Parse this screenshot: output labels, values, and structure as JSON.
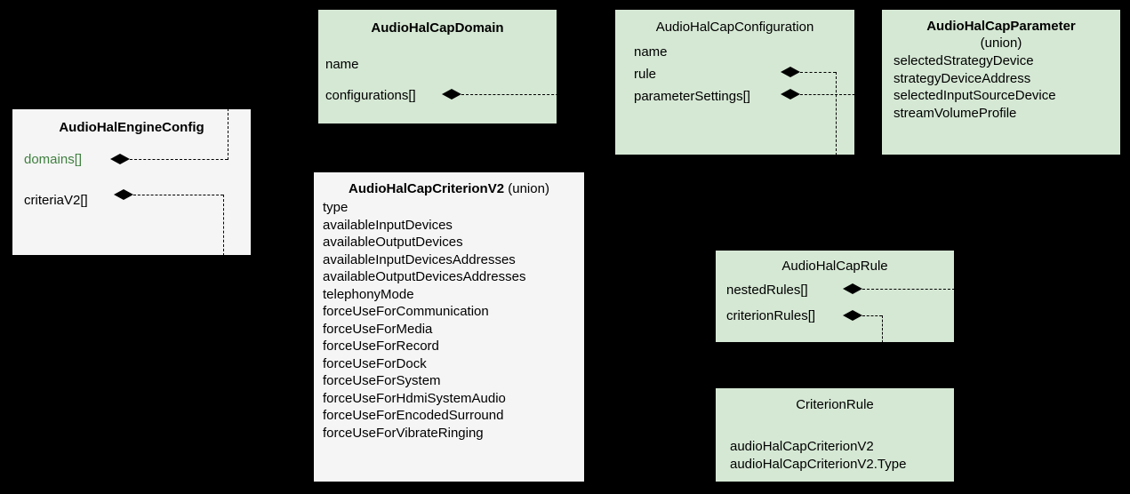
{
  "diagram": {
    "kind": "uml-class-diagram",
    "background_color": "#000000",
    "box_green_color": "#d5e8d4",
    "box_grey_color": "#f5f5f5",
    "accent_green_text_color": "#3f7f3f"
  },
  "boxes": {
    "engine_config": {
      "title": "AudioHalEngineConfig",
      "fields": [
        {
          "label": "domains[]",
          "color": "green"
        },
        {
          "label": "criteriaV2[]",
          "color": "black"
        }
      ]
    },
    "cap_domain": {
      "title": "AudioHalCapDomain",
      "fields": [
        {
          "label": "name"
        },
        {
          "label": "configurations[]"
        }
      ]
    },
    "cap_configuration": {
      "title": "AudioHalCapConfiguration",
      "fields": [
        {
          "label": "name"
        },
        {
          "label": "rule"
        },
        {
          "label": "parameterSettings[]"
        }
      ]
    },
    "cap_parameter": {
      "title": "AudioHalCapParameter",
      "subtitle": "(union)",
      "fields": [
        "selectedStrategyDevice",
        "strategyDeviceAddress",
        "selectedInputSourceDevice",
        "streamVolumeProfile"
      ]
    },
    "cap_criterion_v2": {
      "title": "AudioHalCapCriterionV2",
      "title_suffix": "(union)",
      "fields": [
        "type",
        "availableInputDevices",
        "availableOutputDevices",
        "availableInputDevicesAddresses",
        "availableOutputDevicesAddresses",
        "telephonyMode",
        "forceUseForCommunication",
        "forceUseForMedia",
        "forceUseForRecord",
        "forceUseForDock",
        "forceUseForSystem",
        "forceUseForHdmiSystemAudio",
        "forceUseForEncodedSurround",
        "forceUseForVibrateRinging"
      ]
    },
    "cap_rule": {
      "title": "AudioHalCapRule",
      "fields": [
        {
          "label": "nestedRules[]"
        },
        {
          "label": "criterionRules[]"
        }
      ]
    },
    "criterion_rule": {
      "title": "CriterionRule",
      "fields": [
        "audioHalCapCriterionV2",
        "audioHalCapCriterionV2.Type"
      ]
    }
  }
}
